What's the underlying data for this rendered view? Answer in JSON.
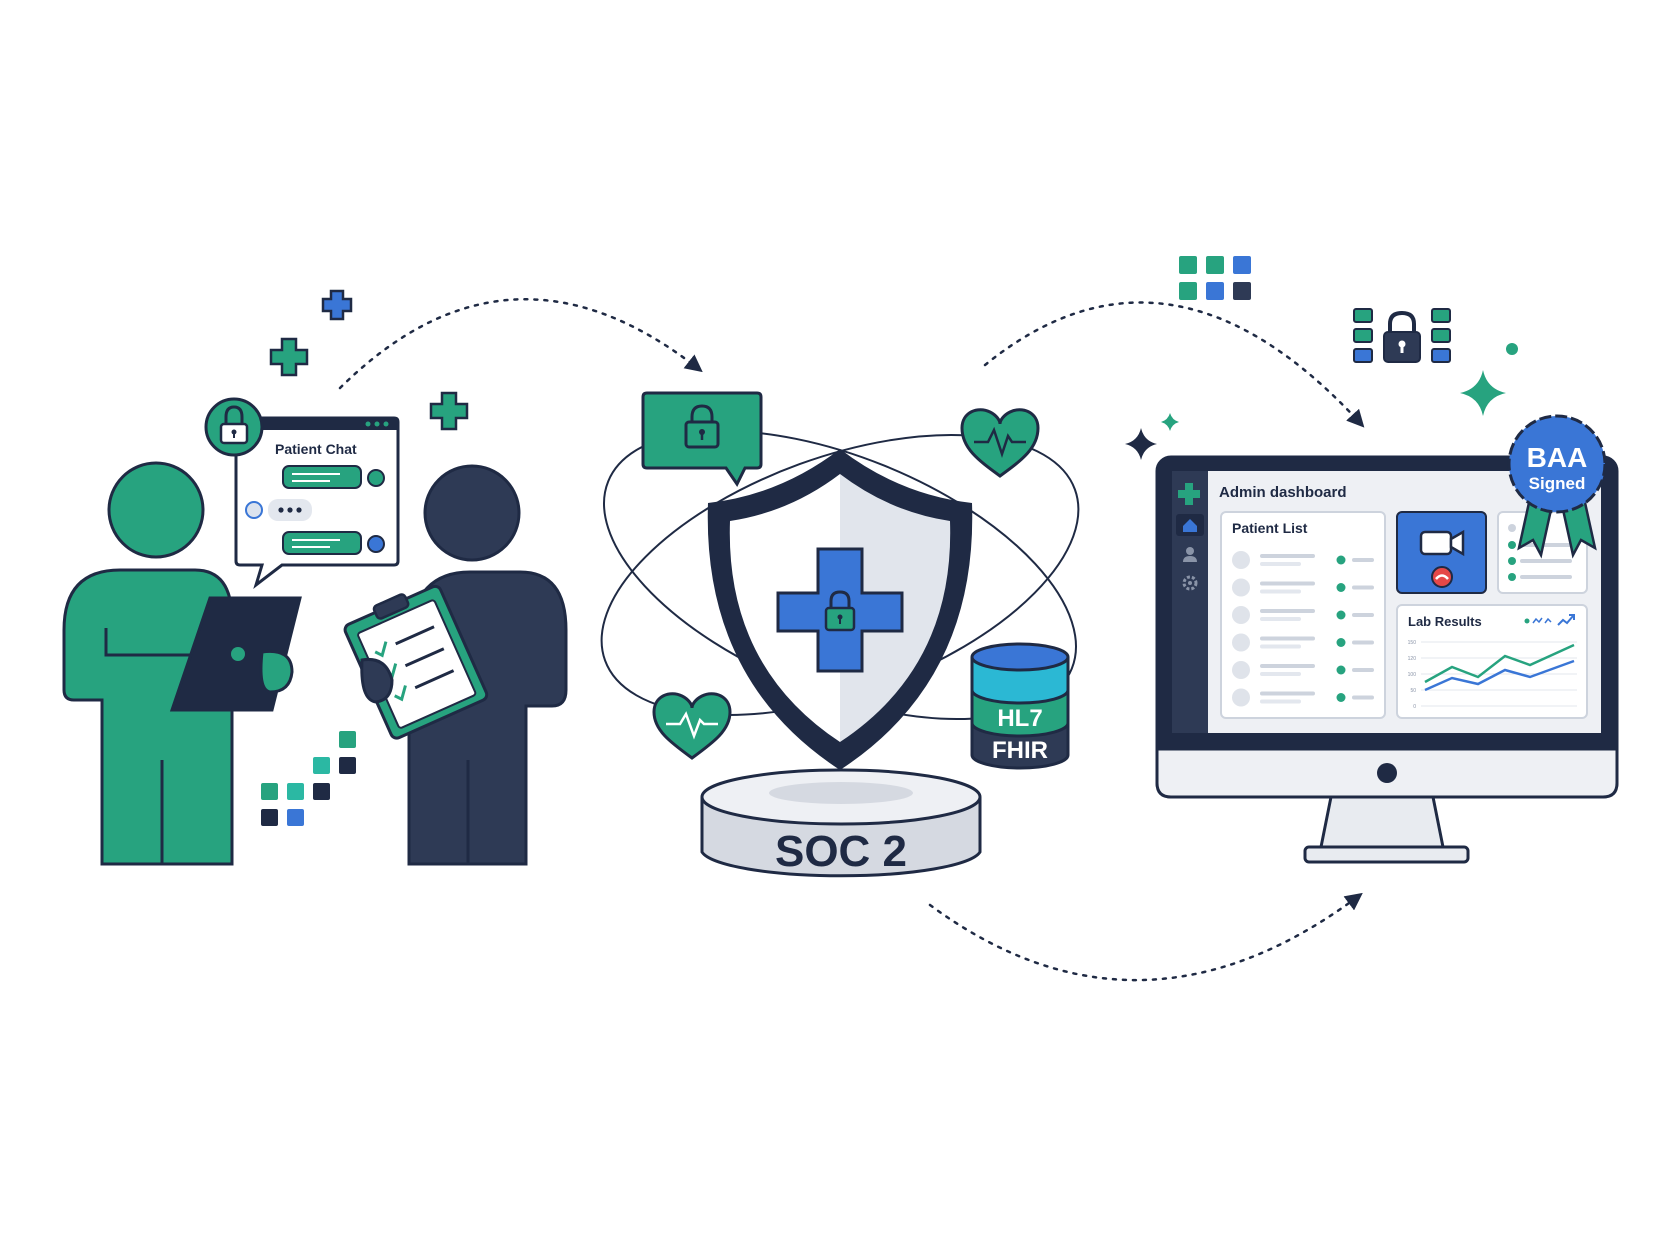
{
  "chat": {
    "title": "Patient Chat"
  },
  "platform": {
    "certification": "SOC 2",
    "standards": [
      "HL7",
      "FHIR"
    ]
  },
  "dashboard": {
    "title": "Admin dashboard",
    "patient_list_title": "Patient List",
    "lab_results_title": "Lab Results",
    "lab_axis_ticks": [
      "150",
      "120",
      "100",
      "50",
      "0"
    ],
    "patient_rows": 6
  },
  "badge": {
    "line1": "BAA",
    "line2": "Signed"
  },
  "colors": {
    "green": "#27a37f",
    "navy": "#1f2a44",
    "dark_person": "#2e3a55",
    "blue": "#3a76d6",
    "light_gray": "#e6e9ef"
  },
  "icons": [
    "lock-icon",
    "medical-cross-icon",
    "heart-pulse-icon",
    "database-icon",
    "video-call-icon",
    "home-icon",
    "user-icon",
    "gear-icon",
    "sparkle-icon",
    "clipboard-icon",
    "tablet-icon"
  ]
}
